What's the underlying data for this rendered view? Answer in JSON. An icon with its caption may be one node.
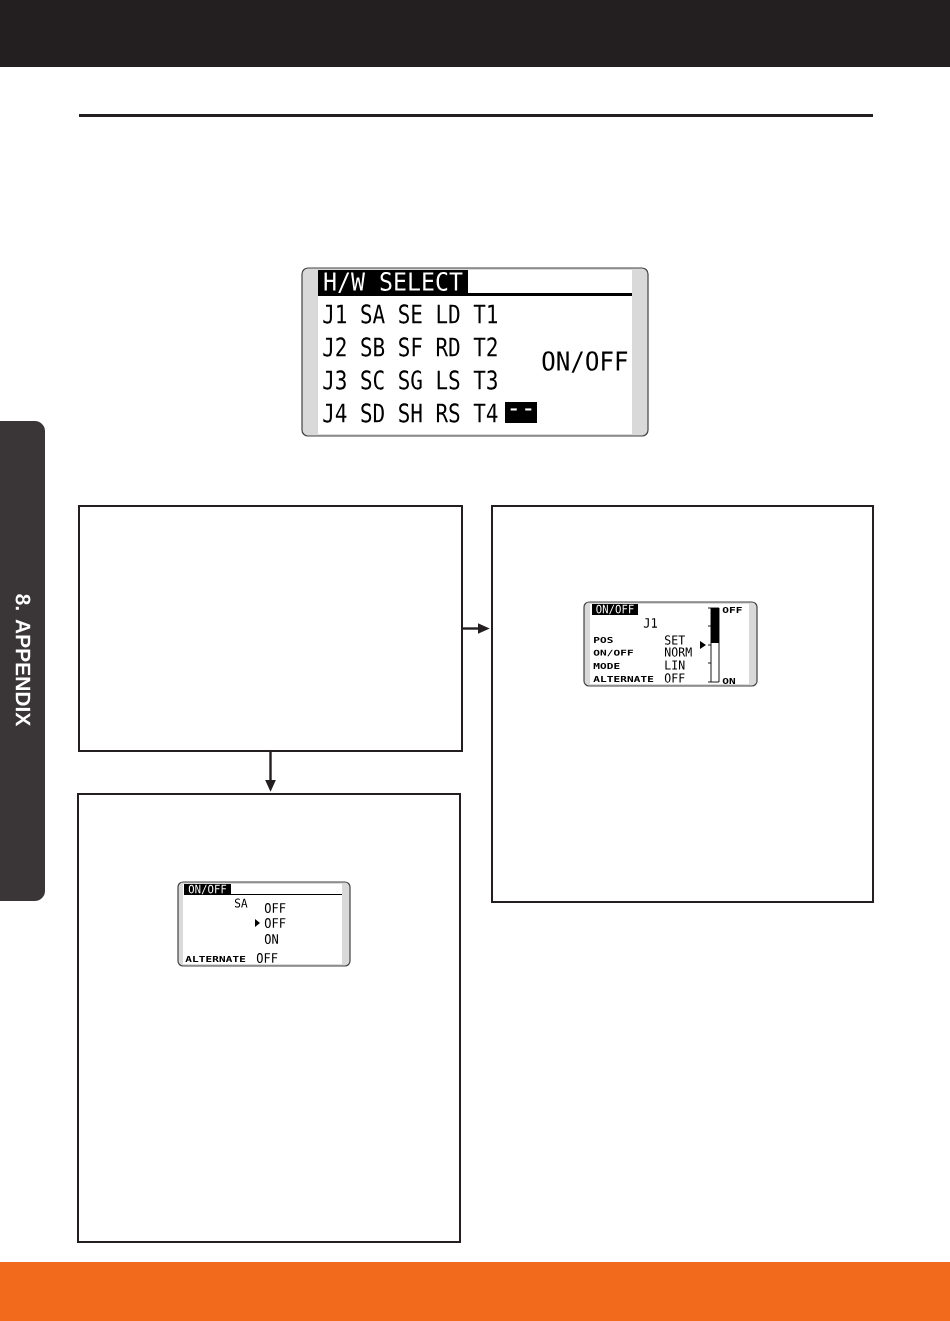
{
  "diagram": {
    "nodes": [
      {
        "text": [
          "H/W SELECT",
          "J1 SA SE LD T1",
          "J2 SB SF RD T2",
          "J3 SC SG LS T3",
          "J4 SD SH RS T4",
          "ON/OFF",
          "--"
        ]
      },
      {
        "text": [],
        "shape": "box"
      },
      {
        "text": [],
        "shape": "box"
      },
      {
        "text": [
          "ON/OFF",
          "OFF",
          "J1",
          "POS",
          "SET",
          "ON/OFF",
          "NORM",
          "MODE",
          "LIN",
          "ALTERNATE",
          "OFF",
          "ON"
        ],
        "in": 2
      },
      {
        "text": [],
        "shape": "box"
      },
      {
        "text": [
          "ON/OFF",
          "SA",
          "OFF",
          "OFF",
          "ON",
          "ALTERNATE",
          "OFF"
        ],
        "in": 4
      }
    ],
    "edges": [
      {
        "from": 1,
        "to": 2,
        "arrow": "to"
      },
      {
        "from": 1,
        "to": 4,
        "arrow": "to"
      }
    ],
    "labels": [
      "8. APPENDIX"
    ]
  }
}
